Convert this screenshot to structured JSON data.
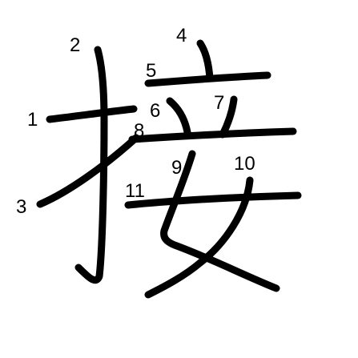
{
  "character": "接",
  "stroke_order": [
    {
      "number": "1"
    },
    {
      "number": "2"
    },
    {
      "number": "3"
    },
    {
      "number": "4"
    },
    {
      "number": "5"
    },
    {
      "number": "6"
    },
    {
      "number": "7"
    },
    {
      "number": "8"
    },
    {
      "number": "9"
    },
    {
      "number": "10"
    },
    {
      "number": "11"
    }
  ]
}
